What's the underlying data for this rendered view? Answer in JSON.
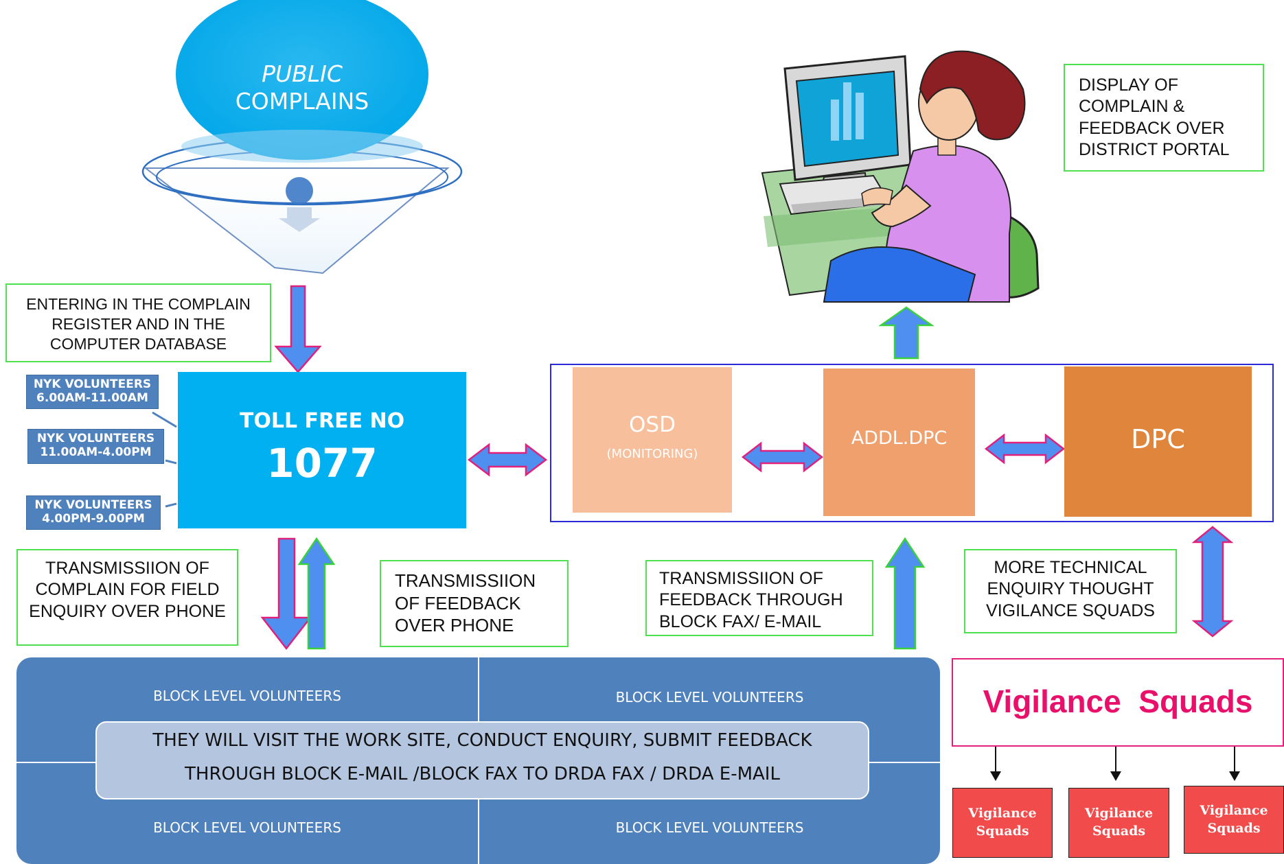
{
  "funnel": {
    "line1": "PUBLIC",
    "line2": "COMPLAINS"
  },
  "notes": {
    "entering": "ENTERING IN THE COMPLAIN REGISTER AND IN THE COMPUTER DATABASE",
    "display": "DISPLAY  OF COMPLAIN & FEEDBACK OVER DISTRICT PORTAL",
    "trans_field": "TRANSMISSIION  OF COMPLAIN  FOR FIELD ENQUIRY OVER PHONE",
    "trans_phone": "TRANSMISSIION OF FEEDBACK OVER  PHONE",
    "trans_fax": "TRANSMISSIION   OF FEEDBACK THROUGH BLOCK FAX/  E-MAIL",
    "technical": "MORE TECHNICAL ENQUIRY THOUGHT VIGILANCE SQUADS"
  },
  "toll_free": {
    "label": "TOLL FREE NO",
    "number": "1077"
  },
  "nyk": [
    {
      "line1": "NYK VOLUNTEERS",
      "line2": "6.00AM-11.00AM"
    },
    {
      "line1": "NYK VOLUNTEERS",
      "line2": "11.00AM-4.00PM"
    },
    {
      "line1": "NYK VOLUNTEERS",
      "line2": "4.00PM-9.00PM"
    }
  ],
  "officers": {
    "osd": "OSD",
    "osd_sub": "(MONITORING)",
    "addl_dpc": "ADDL.DPC",
    "dpc": "DPC"
  },
  "block_level": {
    "cells": [
      "BLOCK LEVEL VOLUNTEERS",
      "BLOCK LEVEL VOLUNTEERS",
      "BLOCK LEVEL VOLUNTEERS",
      "BLOCK LEVEL VOLUNTEERS"
    ],
    "center_line1": "THEY WILL  VISIT THE WORK SITE, CONDUCT ENQUIRY,  SUBMIT FEEDBACK",
    "center_line2": "THROUGH BLOCK  E-MAIL /BLOCK FAX   TO  DRDA FAX / DRDA    E-MAIL"
  },
  "vigilance": {
    "title": "Vigilance  Squads",
    "squads": [
      {
        "line1": "Vigilance",
        "line2": "Squads"
      },
      {
        "line1": "Vigilance",
        "line2": "Squads"
      },
      {
        "line1": "Vigilance",
        "line2": "Squads"
      }
    ]
  },
  "colors": {
    "arrow_fill": "#4f8ff0",
    "arrow_stroke_pink": "#e0207a",
    "arrow_stroke_green": "#3ad23a",
    "toll_blue": "#00b0f0",
    "osd": "#f7bf9c",
    "addl_dpc": "#efa06c",
    "dpc": "#e0853c",
    "block_blue": "#4f81bd",
    "vigilance_title": "#e8106a",
    "vigilance_box": "#f24b4b"
  },
  "icons": {
    "clipart": "woman-at-computer-icon",
    "funnel": "funnel-icon"
  }
}
